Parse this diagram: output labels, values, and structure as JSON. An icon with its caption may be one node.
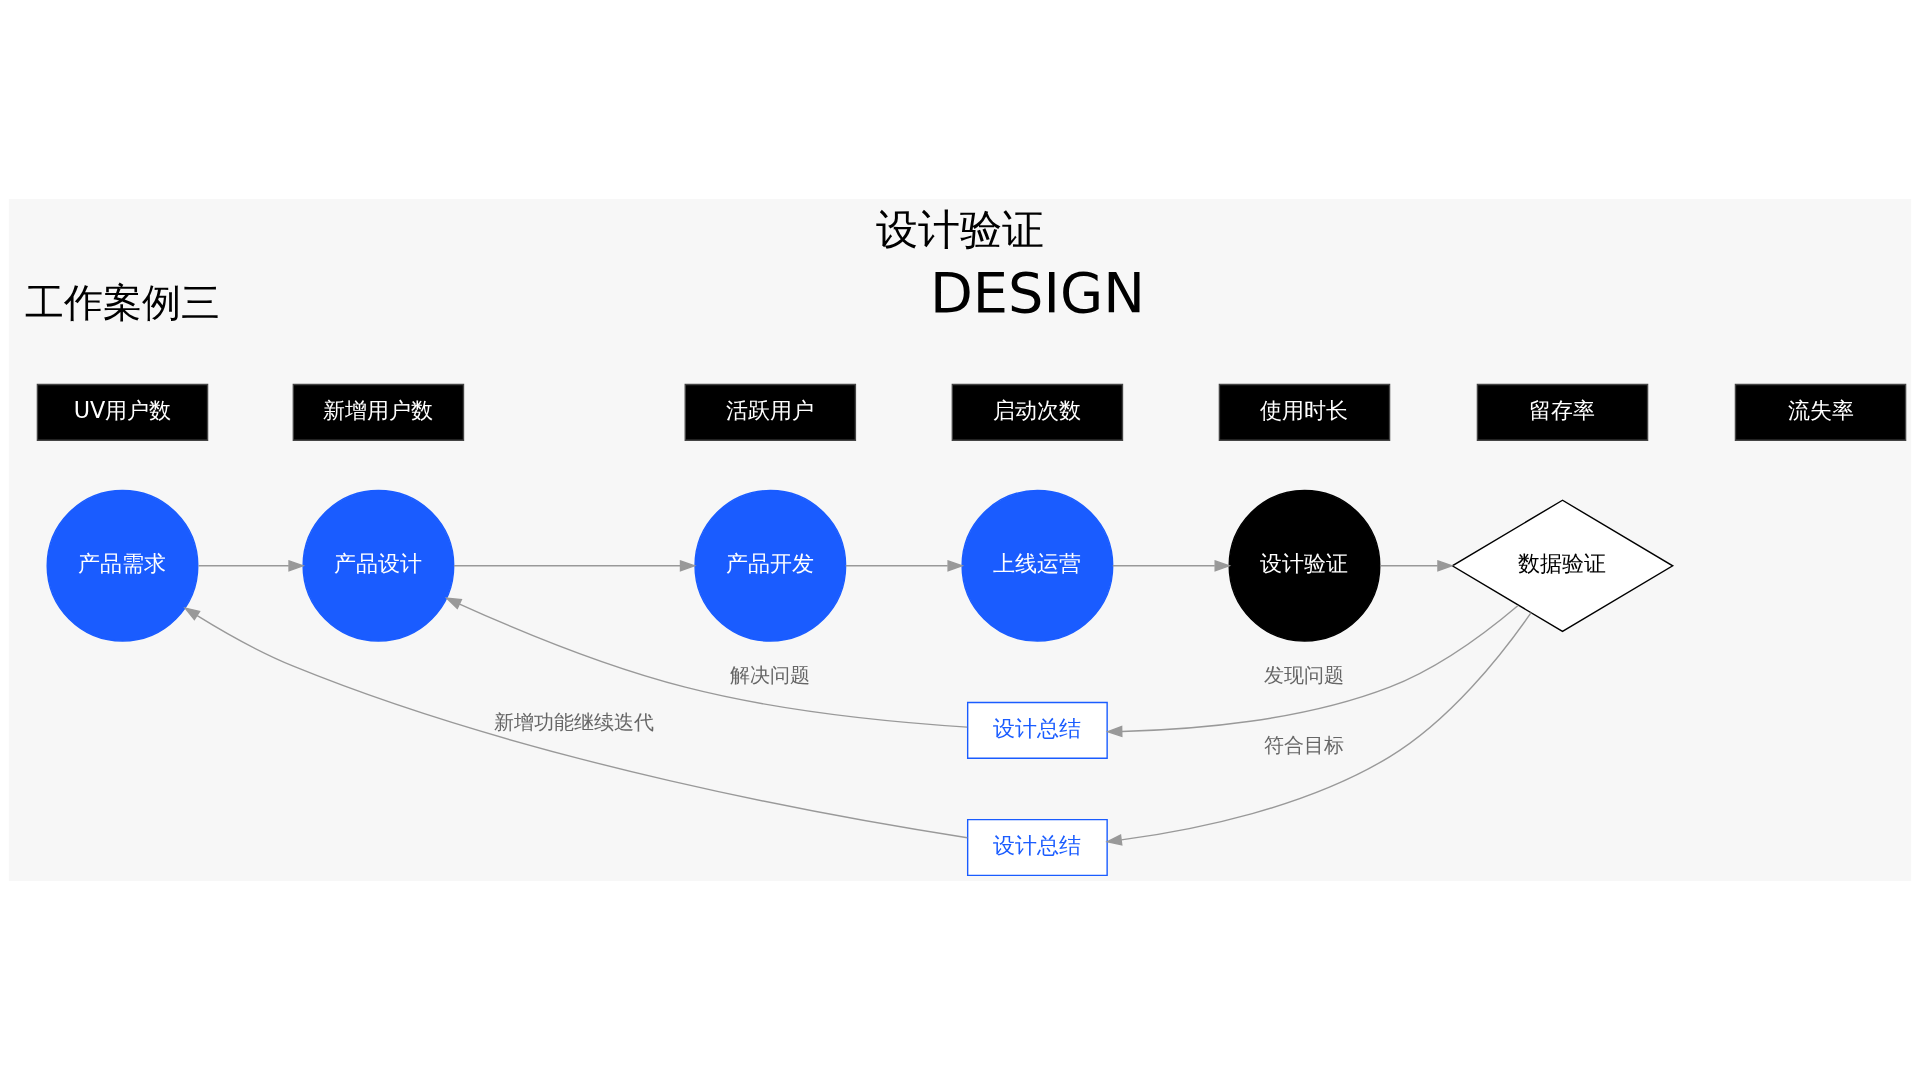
{
  "diagram": {
    "title": "设计验证",
    "nodes": [
      {
        "text": [
          "产品需求"
        ]
      },
      {
        "text": [
          "产品设计"
        ]
      },
      {
        "text": [
          "产品开发"
        ]
      },
      {
        "text": [
          "上线运营"
        ]
      },
      {
        "text": [
          "设计验证"
        ]
      },
      {
        "text": [
          "数据验证"
        ]
      },
      {
        "text": [
          "设计总结"
        ]
      },
      {
        "text": [
          "设计总结"
        ]
      },
      {
        "text": [
          "UV用户数"
        ]
      },
      {
        "text": [
          "新增用户数"
        ]
      },
      {
        "text": [
          "活跃用户"
        ]
      },
      {
        "text": [
          "启动次数"
        ]
      },
      {
        "text": [
          "使用时长"
        ]
      },
      {
        "text": [
          "留存率"
        ]
      },
      {
        "text": [
          "流失率"
        ]
      }
    ],
    "edges": [
      {
        "from": 0,
        "to": 1,
        "arrow": "to"
      },
      {
        "from": 1,
        "to": 2,
        "arrow": "to"
      },
      {
        "from": 2,
        "to": 3,
        "arrow": "to"
      },
      {
        "from": 3,
        "to": 4,
        "arrow": "to"
      },
      {
        "from": 4,
        "to": 5,
        "arrow": "to"
      },
      {
        "from": 5,
        "to": 6,
        "arrow": "to",
        "label": "发现问题"
      },
      {
        "from": 6,
        "to": 1,
        "arrow": "to",
        "label": "解决问题"
      },
      {
        "from": 5,
        "to": 7,
        "arrow": "to",
        "label": "符合目标"
      },
      {
        "from": 7,
        "to": 0,
        "arrow": "to",
        "label": "新增功能继续迭代"
      }
    ],
    "labels": [
      "工作案例三",
      "DESIGN"
    ]
  }
}
